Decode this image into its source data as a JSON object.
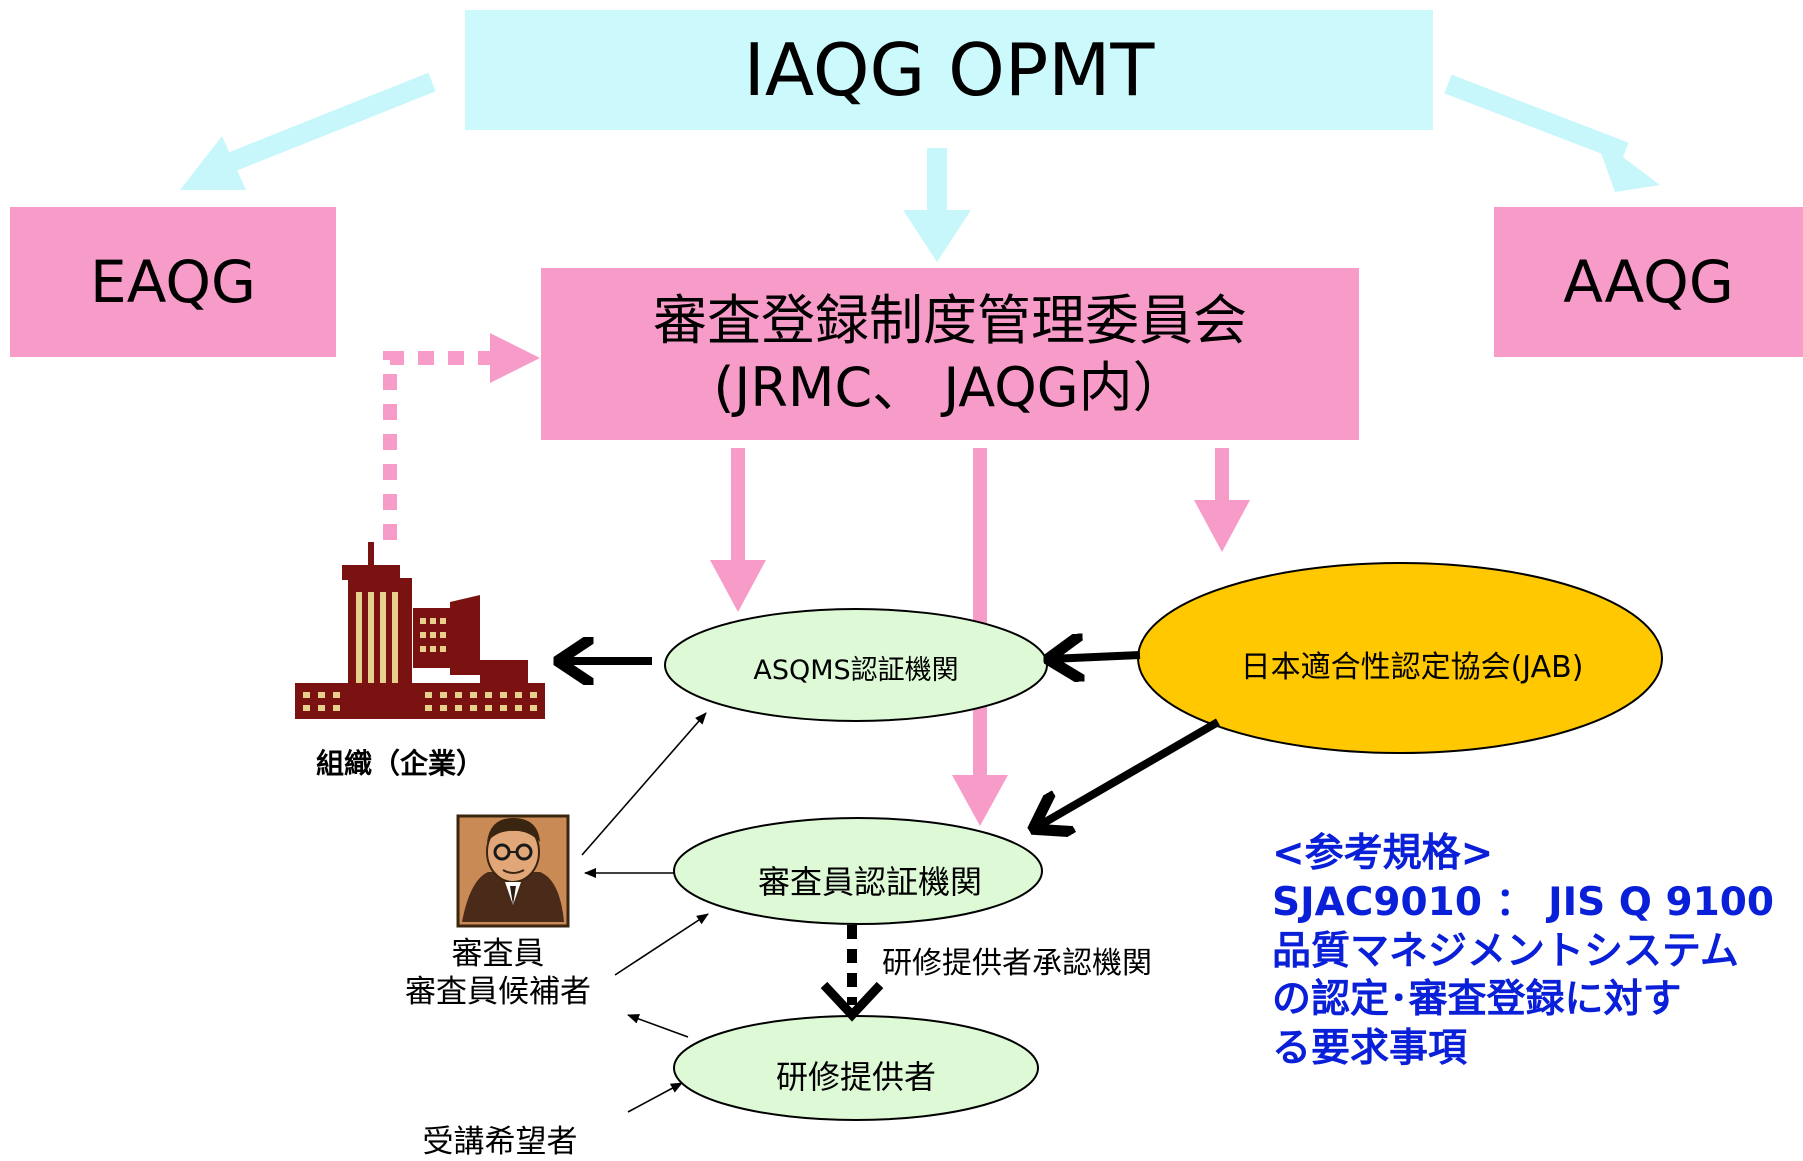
{
  "colors": {
    "top_box": "#ccf9fb",
    "arrow_cyan": "#c7f7fa",
    "pink_box": "#f79cc9",
    "pink_arrow": "#f79cc9",
    "ellipse_green": "#ddf9d6",
    "ellipse_gold": "#ffc800",
    "reference_text": "#0a1fd8",
    "building": "#7a1212",
    "building_windows": "#e6d08c"
  },
  "top": {
    "title": "IAQG OPMT"
  },
  "left_box": {
    "title": "EAQG"
  },
  "right_box": {
    "title": "AAQG"
  },
  "center_box": {
    "line1": "審査登録制度管理委員会",
    "line2": "(JRMC、 JAQG内）"
  },
  "nodes": {
    "asqms": "ASQMS認証機関",
    "jab": "日本適合性認定協会(JAB)",
    "auditor_cert": "審査員認証機関",
    "training": "研修提供者"
  },
  "labels": {
    "organization": "組織（企業）",
    "auditor_line1": "審査員",
    "auditor_line2": "審査員候補者",
    "training_approval": "研修提供者承認機関",
    "applicant": "受講希望者"
  },
  "icons": {
    "building": "building-icon",
    "person": "auditor-portrait-icon"
  },
  "reference": {
    "line1": "<参考規格>",
    "line2": "SJAC9010 ： JIS Q 9100",
    "line3": "品質マネジメントシステム",
    "line4": "の認定･審査登録に対す",
    "line5": "る要求事項"
  }
}
